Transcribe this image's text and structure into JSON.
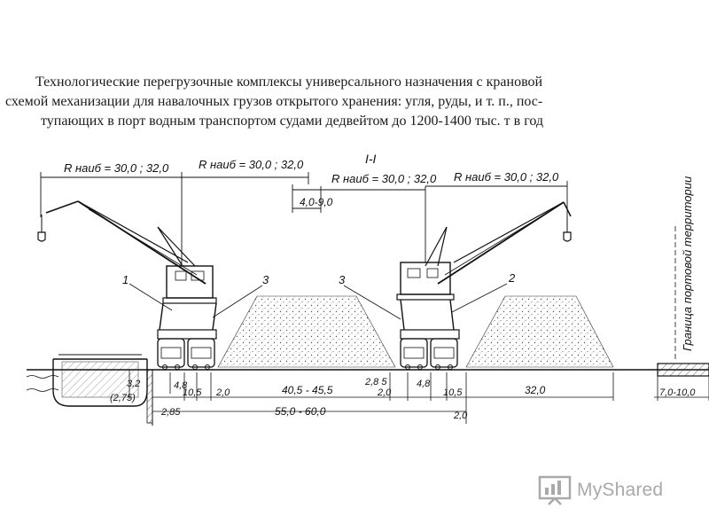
{
  "title_lines": [
    "Технологические перегрузочные комплексы универсального назначения с крановой",
    "схемой механизации для навалочных грузов открытого хранения: угля, руды, и т. п., пос-",
    "тупающих в порт водным транспортом судами дедвейтом до 1200-1400 тыс. т в год"
  ],
  "section_label": "I-I",
  "reach_labels": {
    "left_crane_1": "R наиб = 30,0 ; 32,0",
    "left_crane_2": "R наиб = 30,0 ; 32,0",
    "right_crane_1": "R наиб = 30,0 ; 32,0",
    "right_crane_2": "R наиб = 30,0 ; 32,0"
  },
  "range_label": "4,0-9,0",
  "callouts": {
    "one": "1",
    "two": "2",
    "three_left": "3",
    "three_right": "3"
  },
  "dimensions": {
    "depth_1": "3,2",
    "depth_2": "(2,75)",
    "gauge_left": "4,8",
    "gauge_right": "4,8",
    "d_10_5_left": "10,5",
    "d_10_5_right": "10,5",
    "d_2_0_left": "2,0",
    "d_2_0_mid": "2,0",
    "d_2_0_bottom": "2,0",
    "d_2_8_5": "2,8 5",
    "pile_width_left": "40,5 - 45,5",
    "pile_width_right": "32,0",
    "total_width": "55,0 - 60,0",
    "offset": "2,85",
    "road_width": "7,0-10,0"
  },
  "boundary_label": "Граница портовой территории",
  "logo": {
    "text": "MyShared",
    "icon": "presentation-board-icon"
  },
  "colors": {
    "ink": "#111111",
    "pile_dot": "#555555",
    "logo": "#a9a9a9",
    "water_hatch": "#222222"
  }
}
